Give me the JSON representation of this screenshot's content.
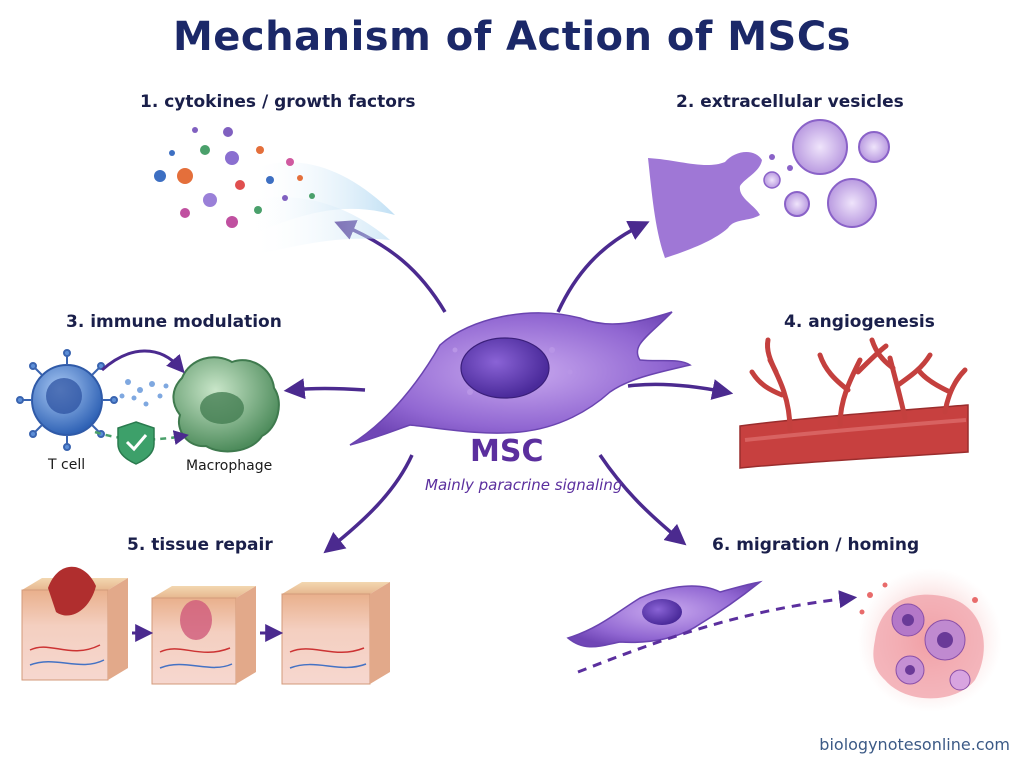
{
  "title": "Mechanism of Action of MSCs",
  "center": {
    "label": "MSC",
    "subtitle": "Mainly paracrine signaling"
  },
  "mechanisms": [
    {
      "label": "1. cytokines / growth factors"
    },
    {
      "label": "2. extracellular vesicles"
    },
    {
      "label": "3. immune modulation",
      "cell_a": "T cell",
      "cell_b": "Macrophage"
    },
    {
      "label": "4. angiogenesis"
    },
    {
      "label": "5. tissue repair"
    },
    {
      "label": "6. migration / homing"
    }
  ],
  "credit": "biologynotesonline.com",
  "colors": {
    "title": "#1b2868",
    "msc": "#8a5cc9",
    "arrow": "#4b2a8f",
    "vessel": "#c7403f",
    "tcell": "#3e78c9",
    "macrophage": "#5aa06b"
  }
}
